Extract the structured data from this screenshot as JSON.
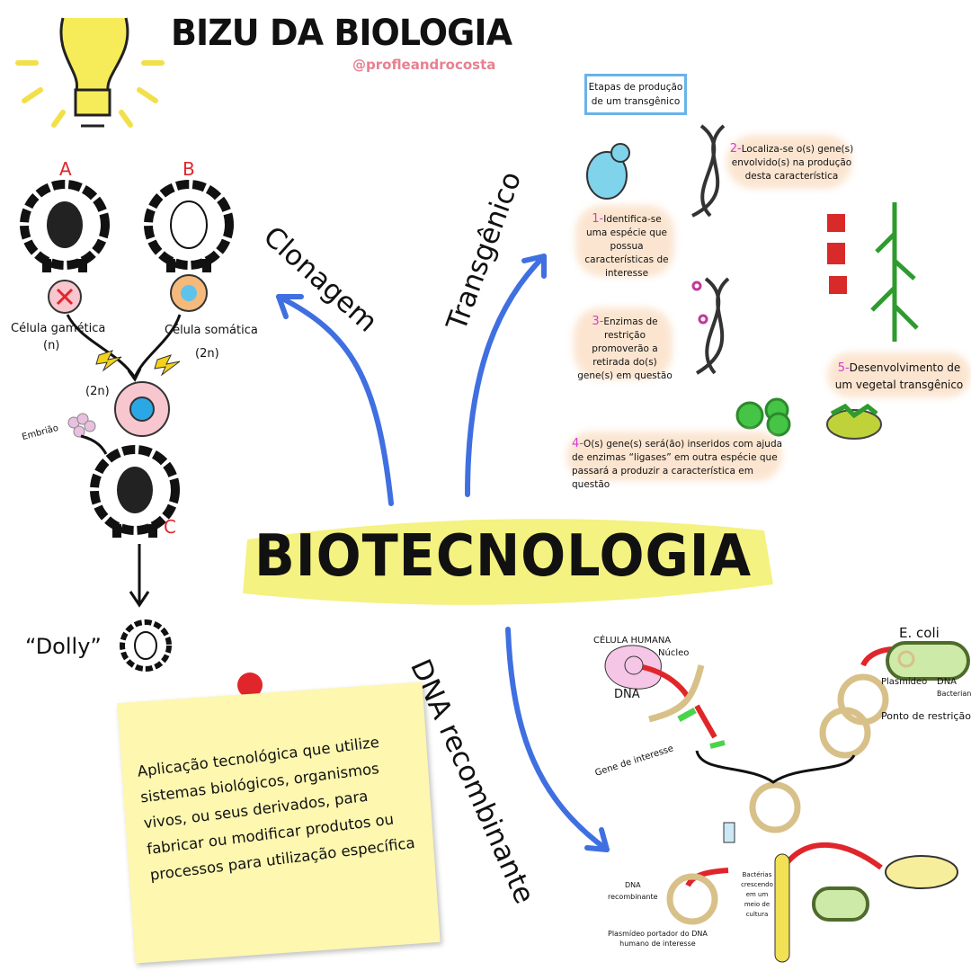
{
  "header": {
    "title": "BIZU DA BIOLOGIA",
    "handle": "@profleandrocosta"
  },
  "center": {
    "title": "BIOTECNOLOGIA"
  },
  "branches": {
    "cloning": "Clonagem",
    "transgenic": "Transgênico",
    "recombinant": "DNA recombinante"
  },
  "cloning": {
    "sheep_a": "A",
    "sheep_b": "B",
    "sheep_c": "C",
    "gametic_cell": "Célula gamética",
    "gametic_ploidy": "(n)",
    "somatic_cell": "Célula somática",
    "somatic_ploidy": "(2n)",
    "fused_ploidy": "(2n)",
    "embryo": "Embrião",
    "dolly": "“Dolly”"
  },
  "transgenic": {
    "box_title_1": "Etapas de produção",
    "box_title_2": "de um transgênico",
    "steps": [
      {
        "num": "1-",
        "text": "Identifica-se uma espécie que possua características de interesse"
      },
      {
        "num": "2-",
        "text": "Localiza-se o(s) gene(s) envolvido(s) na produção desta característica"
      },
      {
        "num": "3-",
        "text": "Enzimas de restrição promoverão a retirada do(s) gene(s) em questão"
      },
      {
        "num": "4-",
        "text": "O(s) gene(s) será(ão) inseridos com ajuda de enzimas “ligases” em outra espécie que passará a produzir a característica em questão"
      },
      {
        "num": "5-",
        "text": "Desenvolvimento de um vegetal transgênico"
      }
    ]
  },
  "recombinant": {
    "human_cell": "CÉLULA HUMANA",
    "nucleus": "Núcleo",
    "dna": "DNA",
    "gene": "Gene de interesse",
    "ecoli": "E. coli",
    "plasmid": "Plasmídeo",
    "bacterial_dna_1": "DNA",
    "bacterial_dna_2": "Bacteriano",
    "restriction": "Ponto de restrição",
    "recombinant_dna_1": "DNA",
    "recombinant_dna_2": "recombinante",
    "plasmid_carrier_1": "Plasmídeo portador do DNA",
    "plasmid_carrier_2": "humano de interesse",
    "bacteria_growing": "Bactérias crescendo em um meio de cultura"
  },
  "note": {
    "text": "Aplicação tecnológica que utilize sistemas biológicos, organismos vivos, ou seus derivados, para fabricar ou modificar produtos ou processos para utilização específica"
  },
  "colors": {
    "accent_blue": "#3f6fe0",
    "highlight": "#f2f06a",
    "red": "#e0262a",
    "note": "#fdf7b0",
    "step_num": "#d43bd0"
  }
}
